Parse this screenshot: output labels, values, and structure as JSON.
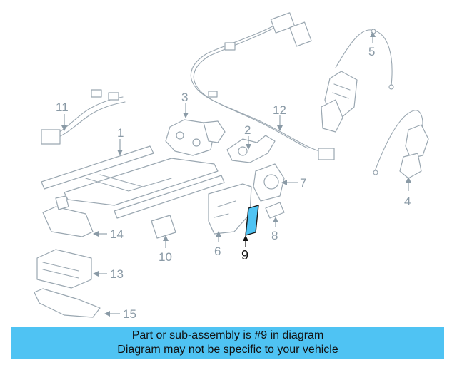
{
  "callouts": [
    {
      "id": "1",
      "label": "1"
    },
    {
      "id": "2",
      "label": "2"
    },
    {
      "id": "3",
      "label": "3"
    },
    {
      "id": "4",
      "label": "4"
    },
    {
      "id": "5",
      "label": "5"
    },
    {
      "id": "6",
      "label": "6"
    },
    {
      "id": "7",
      "label": "7"
    },
    {
      "id": "8",
      "label": "8"
    },
    {
      "id": "9",
      "label": "9"
    },
    {
      "id": "10",
      "label": "10"
    },
    {
      "id": "11",
      "label": "11"
    },
    {
      "id": "12",
      "label": "12"
    },
    {
      "id": "13",
      "label": "13"
    },
    {
      "id": "14",
      "label": "14"
    },
    {
      "id": "15",
      "label": "15"
    }
  ],
  "highlight": {
    "part": "9",
    "color": "#4fc3f3"
  },
  "banner": {
    "line1": "Part or sub-assembly is #9 in diagram",
    "line2": "Diagram may not be specific to your vehicle",
    "color": "#4fc3f3"
  }
}
